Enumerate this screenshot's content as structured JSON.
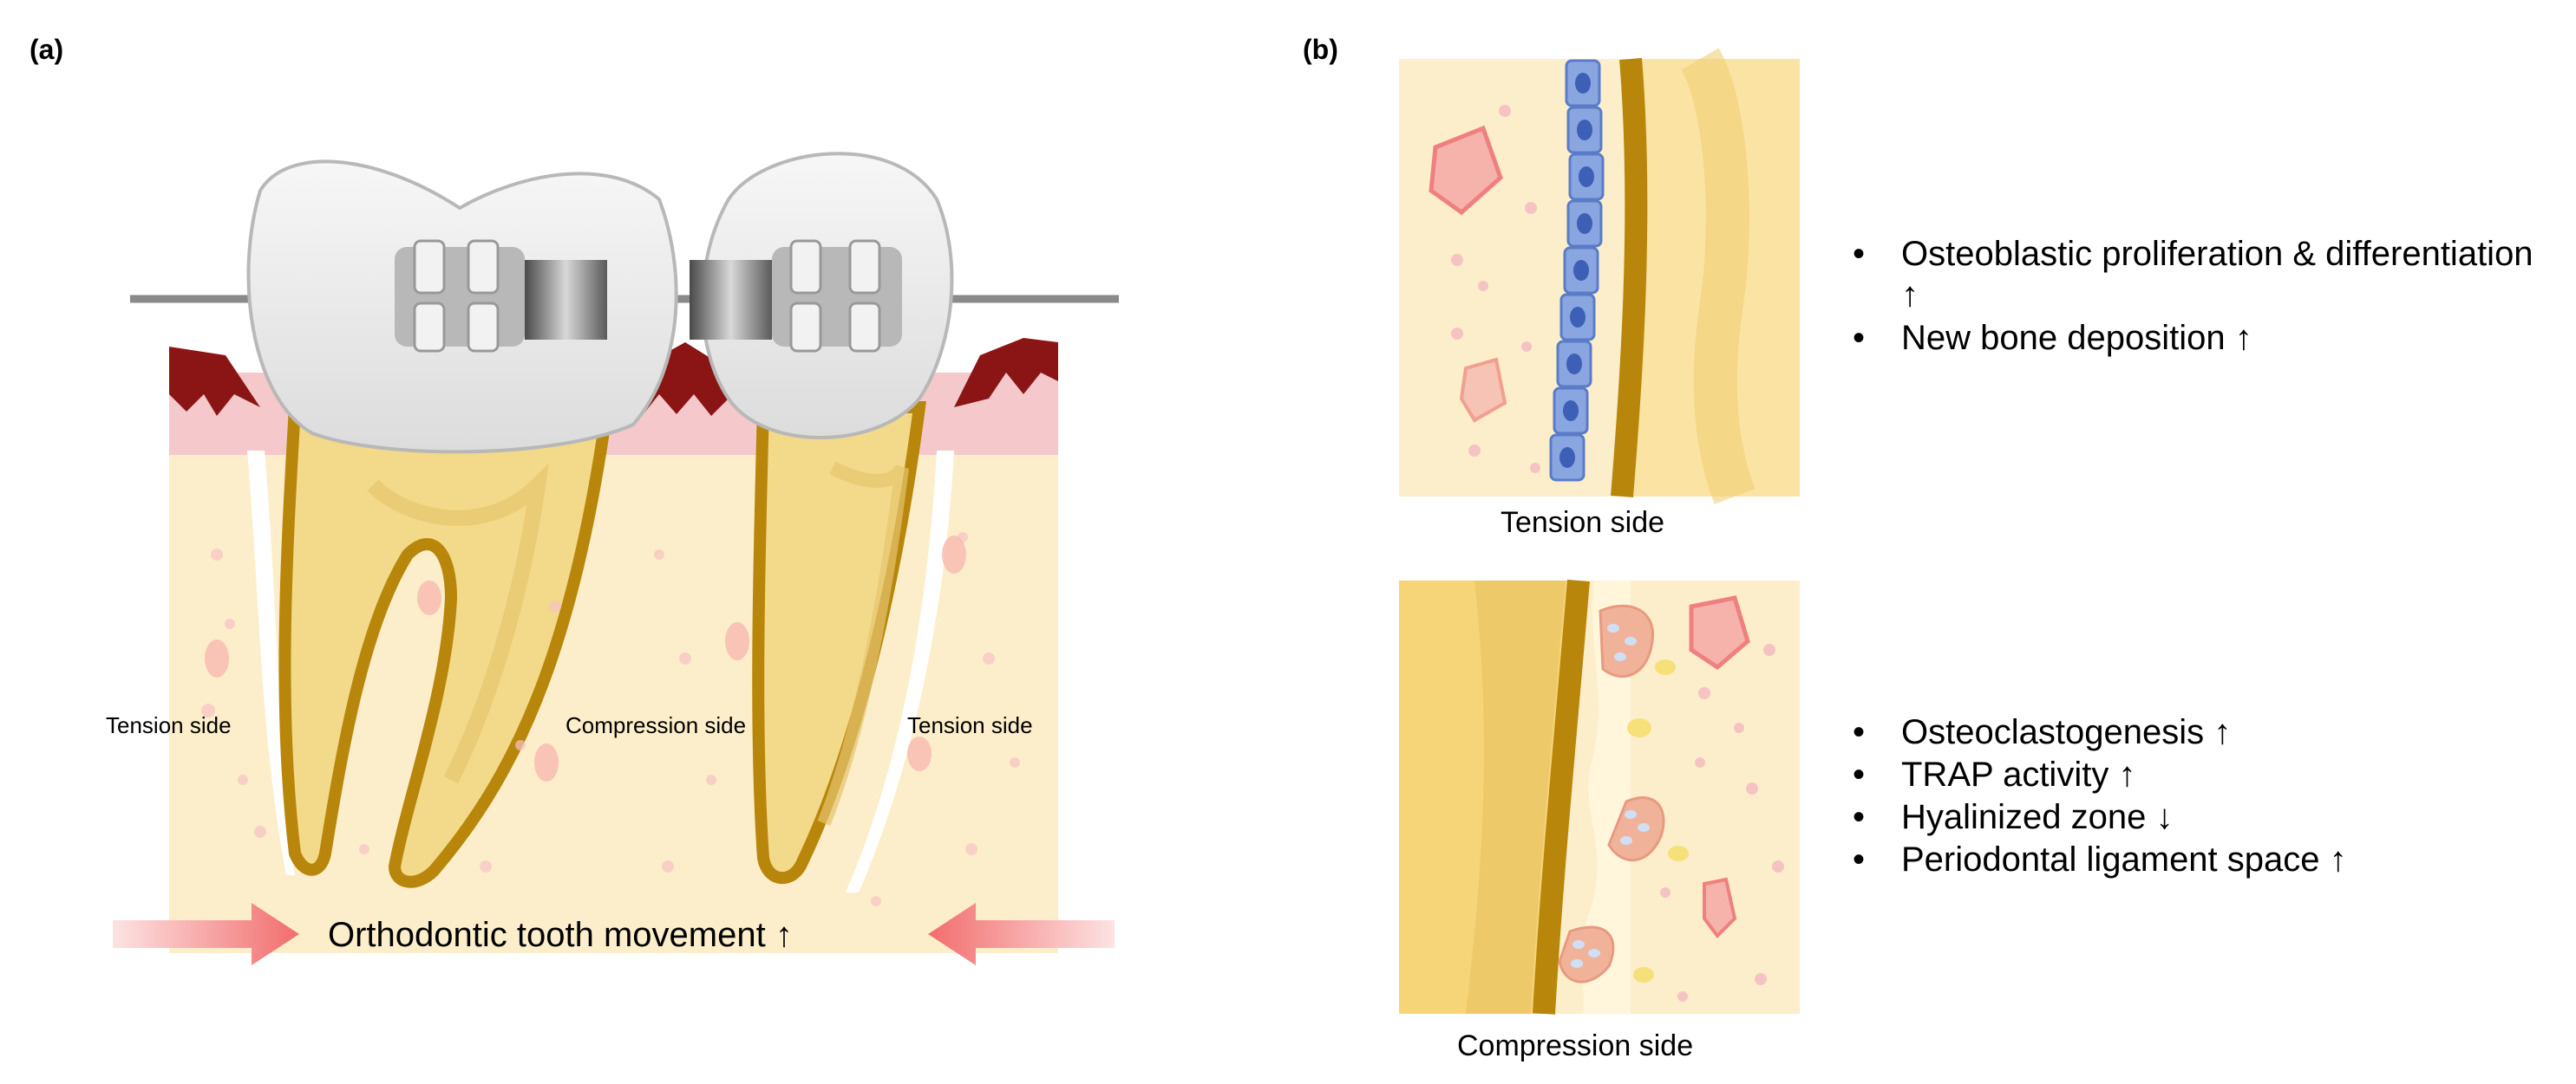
{
  "panel_a": {
    "label": "(a)",
    "tension_left": "Tension side",
    "compression_middle": "Compression side",
    "tension_right": "Tension side",
    "movement": "Orthodontic tooth movement ↑"
  },
  "panel_b": {
    "label": "(b)",
    "tension_caption": "Tension side",
    "compression_caption": "Compression side",
    "tension_effects": [
      "Osteoblastic proliferation & differentiation",
      "↑",
      "New bone deposition ↑"
    ],
    "compression_effects": [
      "Osteoclastogenesis ↑",
      "TRAP activity ↑",
      "Hyalinized zone ↓",
      "Periodontal ligament space ↑"
    ]
  },
  "colors": {
    "bone": "#fdeecb",
    "gum": "#f5c9cc",
    "gum_dark": "#8b1515",
    "dentin": "#f3d98a",
    "root_outline": "#b8860b",
    "osteoblast": "#8aa6e0",
    "osteoclast": "#f0b39a",
    "arrow": "#f48a8a"
  }
}
